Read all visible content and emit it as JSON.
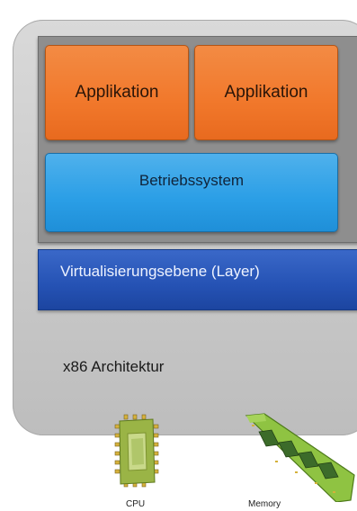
{
  "diagram": {
    "apps": [
      "Applikation",
      "Applikation"
    ],
    "os_label": "Betriebssystem",
    "virtualization_label": "Virtualisierungsebene (Layer)",
    "architecture_label": "x86 Architektur",
    "hardware": {
      "cpu_label": "CPU",
      "memory_label": "Memory"
    },
    "colors": {
      "application": "#f1782b",
      "operating_system": "#2a9ee6",
      "virtualization_layer": "#2552b4",
      "architecture_frame": "#c8c8c8"
    }
  }
}
